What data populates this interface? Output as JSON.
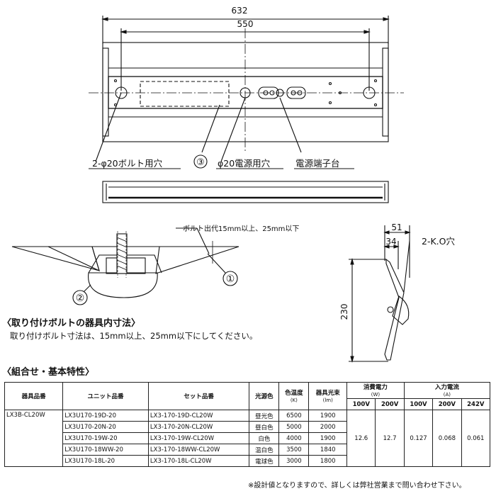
{
  "drawing": {
    "dim_632": "632",
    "dim_550": "550",
    "callout_bolt_hole": "2-φ20ボルト用穴",
    "callout_3": "③",
    "callout_power_hole": "φ20電源用穴",
    "callout_terminal": "電源端子台",
    "bolt_note": "ボルト出代15mm以上、25mm以下",
    "callout_1": "①",
    "callout_2": "②",
    "dim_51": "51",
    "dim_34": "34",
    "ko_hole": "2-K.O穴",
    "dim_230": "230"
  },
  "bolt_section": {
    "heading": "〈取り付けボルトの器具内寸法〉",
    "text": "取り付けボルト寸法は、15mm以上、25mm以下にしてください。"
  },
  "spec": {
    "heading": "〈組合せ・基本特性〉",
    "headers": {
      "fixture": "器具品番",
      "unit": "ユニット品番",
      "set": "セット品番",
      "light": "光源色",
      "temp": "色温度",
      "temp_unit": "(K)",
      "flux": "器具光束",
      "flux_unit": "(lm)",
      "power": "消費電力",
      "power_unit": "(W)",
      "current": "入力電流",
      "current_unit": "(A)",
      "v100a": "100V",
      "v200a": "200V",
      "v100b": "100V",
      "v200b": "200V",
      "v242": "242V"
    },
    "fixture_no": "LX3B-CL20W",
    "rows": [
      {
        "unit": "LX3U170-19D-20",
        "set": "LX3-170-19D-CL20W",
        "light": "昼光色",
        "temp": "6500",
        "flux": "1900"
      },
      {
        "unit": "LX3U170-20N-20",
        "set": "LX3-170-20N-CL20W",
        "light": "昼白色",
        "temp": "5000",
        "flux": "2000"
      },
      {
        "unit": "LX3U170-19W-20",
        "set": "LX3-170-19W-CL20W",
        "light": "白色",
        "temp": "4000",
        "flux": "1900"
      },
      {
        "unit": "LX3U170-18WW-20",
        "set": "LX3-170-18WW-CL20W",
        "light": "温白色",
        "temp": "3500",
        "flux": "1840"
      },
      {
        "unit": "LX3U170-18L-20",
        "set": "LX3-170-18L-CL20W",
        "light": "電球色",
        "temp": "3000",
        "flux": "1800"
      }
    ],
    "shared": {
      "power100": "12.6",
      "power200": "12.7",
      "cur100": "0.127",
      "cur200": "0.068",
      "cur242": "0.061"
    },
    "footnote": "※設計値となりますので、詳しくは弊社営業まで問い合わせ下さい。"
  }
}
